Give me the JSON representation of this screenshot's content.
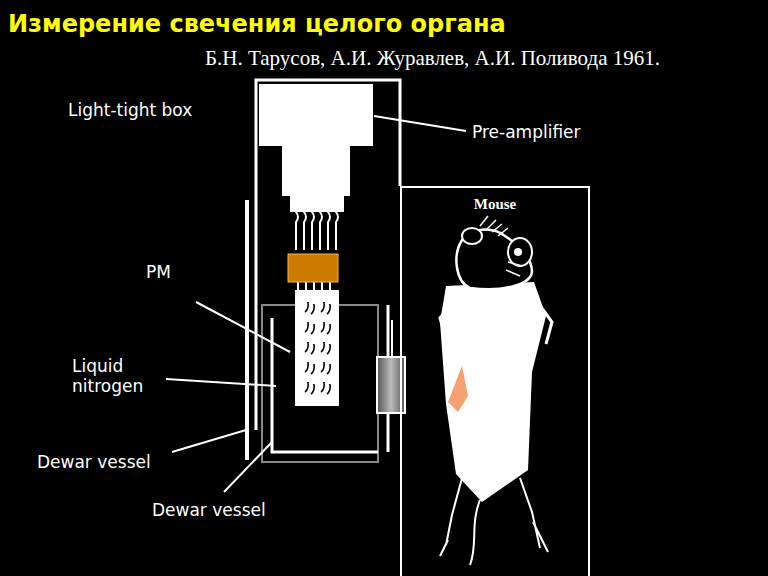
{
  "diagram": {
    "title": "Измерение свечения целого органа",
    "nodes": [
      {
        "text": [
          "Mouse"
        ]
      }
    ],
    "edges": [],
    "labels": [
      "Б.Н. Тарусов, А.И. Журавлев, А.И. Поливода 1961.",
      "Light-tight box",
      "Pre-amplifier",
      "PM",
      "Liquid nitrogen",
      "Dewar vessel",
      "Dewar vessel"
    ]
  }
}
